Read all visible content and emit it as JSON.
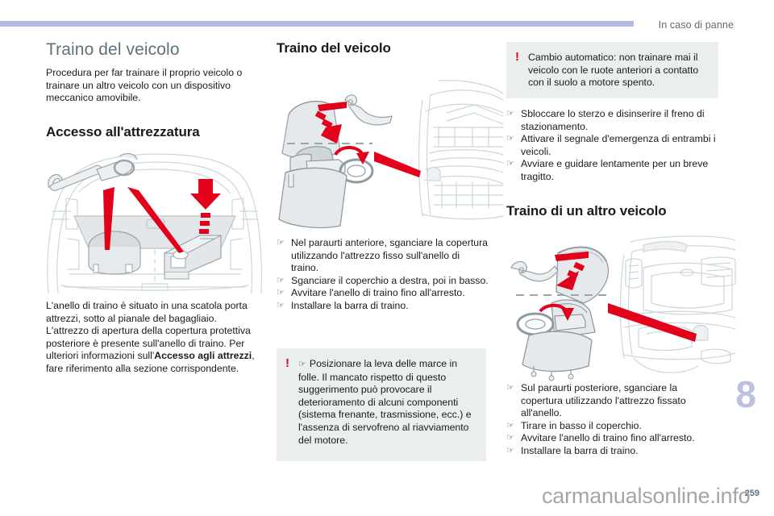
{
  "header": {
    "title": "In caso di panne",
    "rule_color": "#b3b9e0"
  },
  "column_left": {
    "heading": "Traino del veicolo",
    "intro": "Procedura per far trainare il proprio veicolo o trainare un altro veicolo con un dispositivo meccanico amovibile.",
    "subheading": "Accesso all'attrezzatura",
    "figure_name": "boot-tool-storage-illustration",
    "caption_part1": "L'anello di traino è situato in una scatola porta attrezzi, sotto al pianale del bagagliaio. L'attrezzo di apertura della copertura protettiva posteriore è presente sull'anello di traino. Per ulteriori informazioni sull'",
    "caption_bold": "Accesso agli attrezzi",
    "caption_part2": ", fare riferimento alla sezione corrispondente."
  },
  "column_middle": {
    "heading": "Traino del veicolo",
    "figure_name": "front-bumper-towing-eye-illustration",
    "steps": [
      "Nel paraurti anteriore, sganciare la copertura utilizzando l'attrezzo fisso sull'anello di traino.",
      "Sganciare il coperchio a destra, poi in basso.",
      "Avvitare l'anello di traino fino all'arresto.",
      "Installare la barra di traino."
    ],
    "warning": {
      "icon": "exclamation-icon",
      "bullet_text": "Posizionare la leva delle marce in folle.",
      "body": "Il mancato rispetto di questo suggerimento può provocare il deterioramento di alcuni componenti (sistema frenante, trasmissione, ecc.) e l'assenza di servofreno al riavviamento del motore."
    }
  },
  "column_right": {
    "warning": {
      "icon": "exclamation-icon",
      "body": "Cambio automatico: non trainare mai il veicolo con le ruote anteriori a contatto con il suolo a motore spento."
    },
    "steps_top": [
      "Sbloccare lo sterzo e disinserire il freno di stazionamento.",
      "Attivare il segnale d'emergenza di entrambi i veicoli.",
      "Avviare e guidare lentamente per un breve tragitto."
    ],
    "heading": "Traino di un altro veicolo",
    "figure_name": "rear-bumper-towing-eye-illustration",
    "steps_bottom": [
      "Sul paraurti posteriore, sganciare la copertura utilizzando l'attrezzo fissato all'anello.",
      "Tirare in basso il coperchio.",
      "Avvitare l'anello di traino fino all'arresto.",
      "Installare la barra di traino."
    ]
  },
  "footer": {
    "chapter_number": "8",
    "page_number": "259",
    "watermark": "carmanualsonline.info"
  },
  "glyphs": {
    "hand": "☞",
    "bang": "!"
  },
  "colors": {
    "accent_purple": "#b3b9e0",
    "chapter_tab": "#bcc1e2",
    "warning_red": "#e3001b",
    "warning_bg": "#eaeeed",
    "heading_grey": "#5f7078",
    "illustration_red": "#e2001a",
    "illustration_line": "#c9d3d8"
  }
}
